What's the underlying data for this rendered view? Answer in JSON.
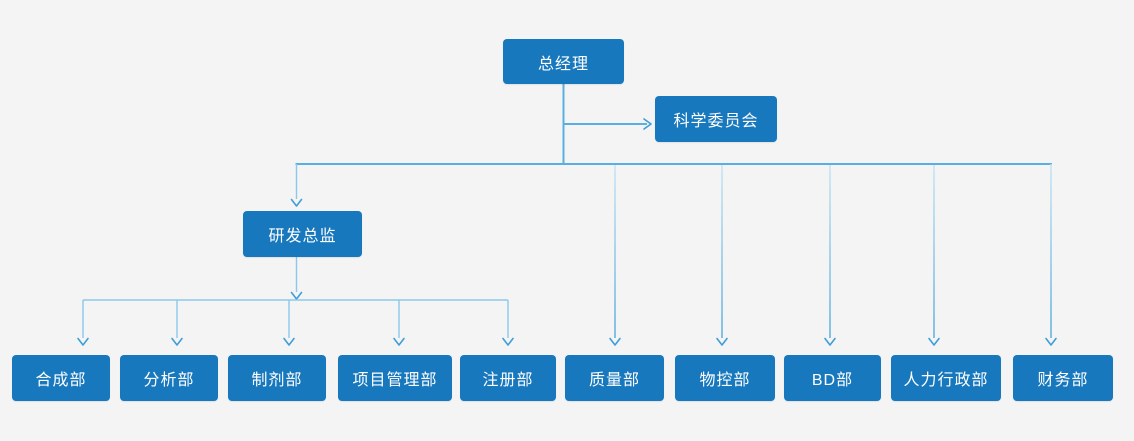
{
  "org_chart": {
    "root": {
      "label": "总经理"
    },
    "committee": {
      "label": "科学委员会"
    },
    "rd_director": {
      "label": "研发总监"
    },
    "departments": [
      {
        "label": "合成部"
      },
      {
        "label": "分析部"
      },
      {
        "label": "制剂部"
      },
      {
        "label": "项目管理部"
      },
      {
        "label": "注册部"
      },
      {
        "label": "质量部"
      },
      {
        "label": "物控部"
      },
      {
        "label": "BD部"
      },
      {
        "label": "人力行政部"
      },
      {
        "label": "财务部"
      }
    ],
    "colors": {
      "background": "#f4f4f4",
      "node_fill": "#1778bd",
      "node_text": "#ffffff",
      "connector_main": "#58afe0",
      "connector_light": "#8cc8ec",
      "arrowhead": "#3f9ed8",
      "drop_fade_top": "#c3e3f5",
      "drop_fade_bottom": "#4fa9dc"
    }
  }
}
